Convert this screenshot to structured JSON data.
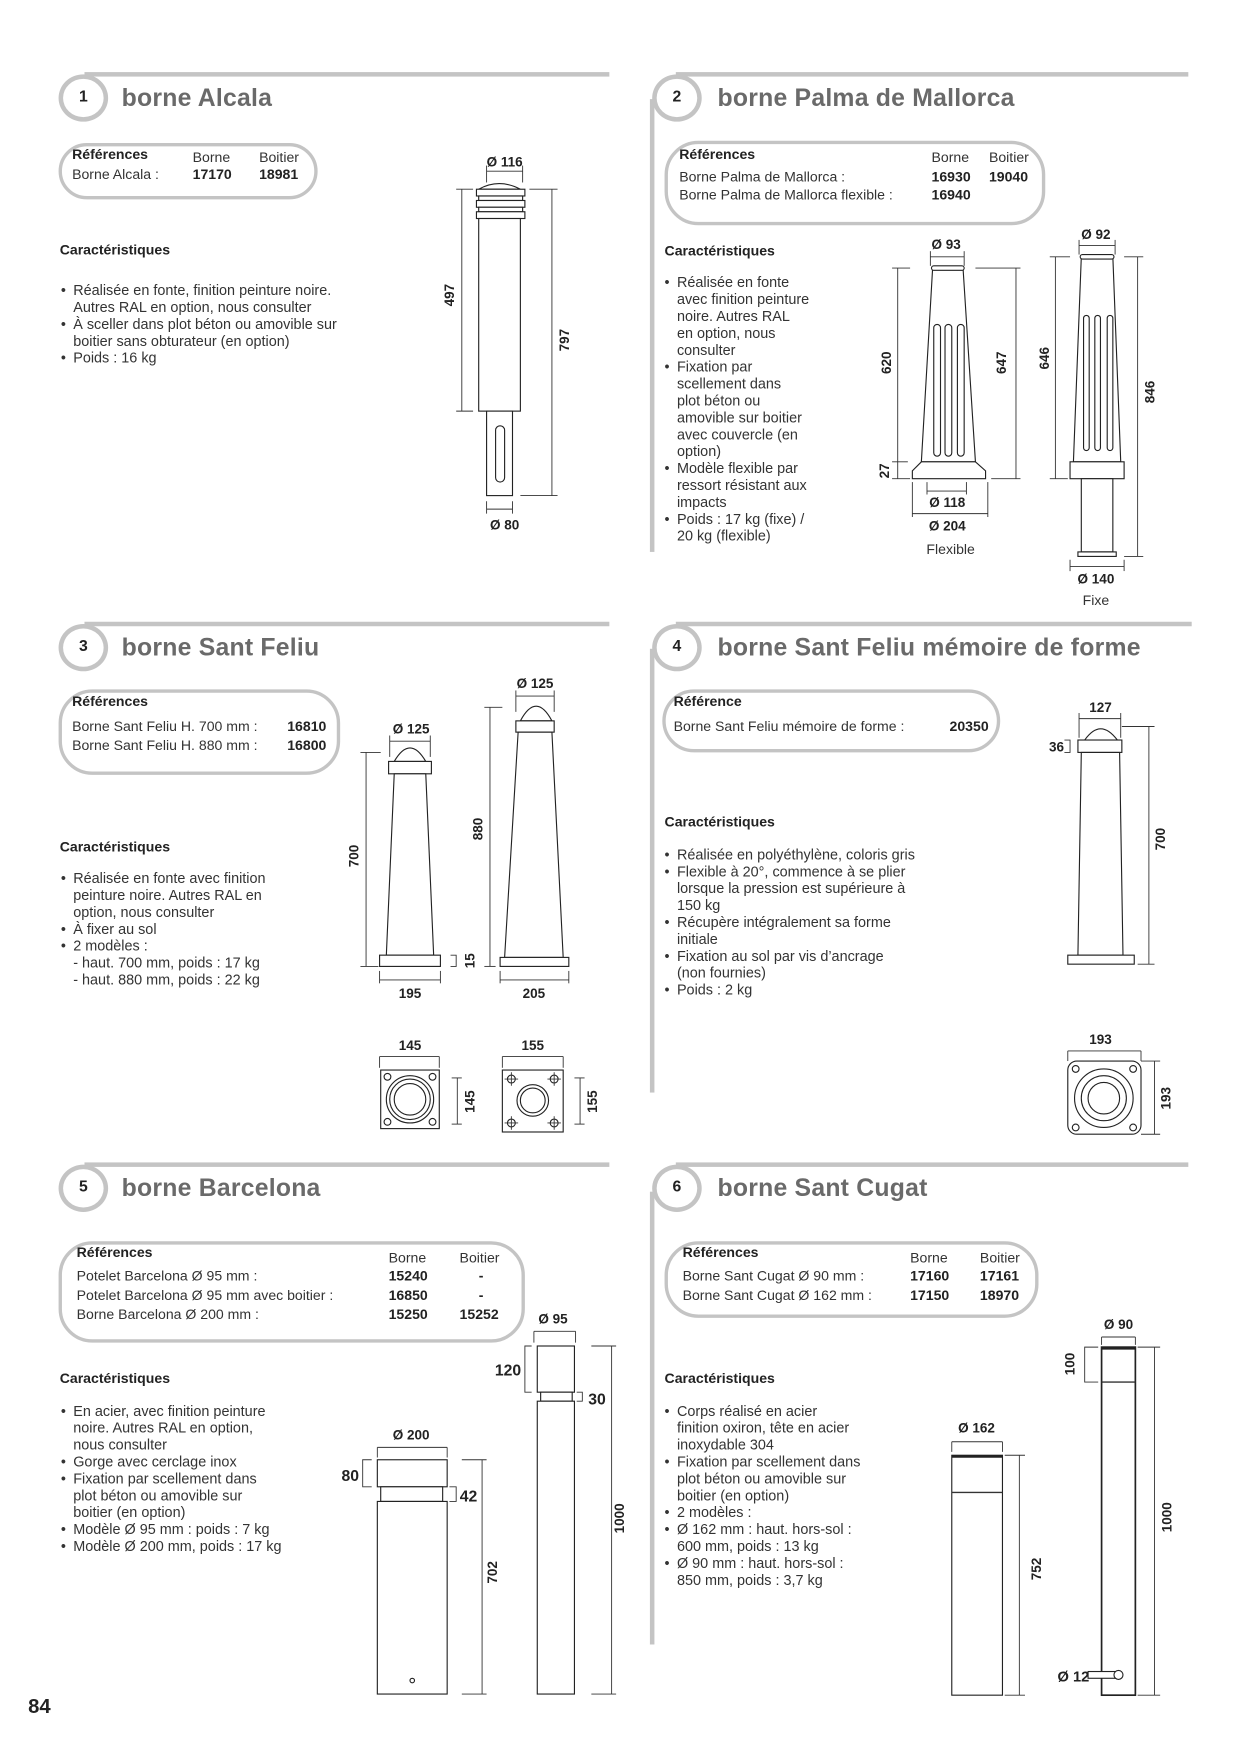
{
  "page_number": "84",
  "sections": [
    {
      "number": "1",
      "title": "borne Alcala",
      "refs": {
        "heading": "Références",
        "columns": [
          "Borne",
          "Boitier"
        ],
        "rows": [
          {
            "label": "Borne Alcala :",
            "values": [
              "17170",
              "18981"
            ]
          }
        ]
      },
      "char_heading": "Caractéristiques",
      "bullets": [
        [
          "Réalisée en fonte, finition peinture noire.",
          "Autres RAL en option, nous consulter"
        ],
        [
          "À sceller dans plot béton ou amovible sur",
          "boitier sans obturateur (en option)"
        ],
        [
          "Poids : 16 kg"
        ]
      ],
      "dims": [
        "Ø 116",
        "497",
        "797",
        "Ø 80"
      ]
    },
    {
      "number": "2",
      "title": "borne Palma de Mallorca",
      "refs": {
        "heading": "Références",
        "columns": [
          "Borne",
          "Boitier"
        ],
        "rows": [
          {
            "label": "Borne Palma de Mallorca :",
            "values": [
              "16930",
              "19040"
            ]
          },
          {
            "label": "Borne Palma de Mallorca flexible :",
            "values": [
              "16940",
              ""
            ]
          }
        ]
      },
      "char_heading": "Caractéristiques",
      "bullets": [
        [
          "Réalisée en fonte",
          "avec finition peinture",
          "noire. Autres RAL",
          "en option, nous",
          "consulter"
        ],
        [
          "Fixation par",
          "scellement dans",
          "plot béton ou",
          "amovible sur boitier",
          "avec couvercle (en",
          "option)"
        ],
        [
          "Modèle flexible par",
          "ressort résistant aux",
          "impacts"
        ],
        [
          "Poids : 17 kg (fixe) /",
          "20 kg (flexible)"
        ]
      ],
      "dims": [
        "Ø 93",
        "620",
        "647",
        "27",
        "Ø 118",
        "Ø 204",
        "Flexible",
        "Ø 92",
        "646",
        "846",
        "Ø 140",
        "Fixe"
      ]
    },
    {
      "number": "3",
      "title": "borne Sant Feliu",
      "refs": {
        "heading": "Références",
        "columns": [],
        "rows": [
          {
            "label": "Borne Sant Feliu H. 700 mm :",
            "values": [
              "16810"
            ]
          },
          {
            "label": "Borne Sant Feliu H. 880 mm :",
            "values": [
              "16800"
            ]
          }
        ]
      },
      "char_heading": "Caractéristiques",
      "bullets": [
        [
          "Réalisée en fonte avec finition",
          "peinture noire. Autres RAL en",
          "option, nous consulter"
        ],
        [
          "À fixer au sol"
        ],
        [
          "2 modèles :",
          "- haut. 700 mm, poids : 17 kg",
          "- haut. 880 mm, poids : 22 kg"
        ]
      ],
      "dims": [
        "Ø 125",
        "700",
        "15",
        "195",
        "Ø 125",
        "880",
        "205",
        "145",
        "145",
        "155",
        "155"
      ]
    },
    {
      "number": "4",
      "title": "borne Sant Feliu mémoire de forme",
      "refs": {
        "heading": "Référence",
        "columns": [],
        "rows": [
          {
            "label": "Borne Sant Feliu mémoire de forme :",
            "values": [
              "20350"
            ]
          }
        ]
      },
      "char_heading": "Caractéristiques",
      "bullets": [
        [
          "Réalisée en polyéthylène, coloris gris"
        ],
        [
          "Flexible à 20°, commence à se plier",
          "lorsque la pression est supérieure à",
          "150 kg"
        ],
        [
          "Récupère intégralement sa forme",
          "initiale"
        ],
        [
          "Fixation au sol par vis d’ancrage",
          "(non fournies)"
        ],
        [
          "Poids : 2 kg"
        ]
      ],
      "dims": [
        "127",
        "36",
        "700",
        "193",
        "193"
      ]
    },
    {
      "number": "5",
      "title": "borne Barcelona",
      "refs": {
        "heading": "Références",
        "columns": [
          "Borne",
          "Boitier"
        ],
        "rows": [
          {
            "label": "Potelet Barcelona Ø 95 mm :",
            "values": [
              "15240",
              "-"
            ]
          },
          {
            "label": "Potelet Barcelona Ø 95 mm avec boitier :",
            "values": [
              "16850",
              "-"
            ]
          },
          {
            "label": "Borne Barcelona Ø 200 mm :",
            "values": [
              "15250",
              "15252"
            ]
          }
        ]
      },
      "char_heading": "Caractéristiques",
      "bullets": [
        [
          "En acier, avec finition peinture",
          "noire. Autres RAL en option,",
          "nous consulter"
        ],
        [
          "Gorge avec cerclage inox"
        ],
        [
          "Fixation par scellement dans",
          "plot béton ou amovible sur",
          "boitier (en option)"
        ],
        [
          "Modèle Ø 95 mm : poids : 7 kg"
        ],
        [
          "Modèle Ø 200 mm, poids : 17 kg"
        ]
      ],
      "dims": [
        "Ø 200",
        "80",
        "42",
        "702",
        "Ø 95",
        "120",
        "30",
        "1000"
      ]
    },
    {
      "number": "6",
      "title": "borne Sant Cugat",
      "refs": {
        "heading": "Références",
        "columns": [
          "Borne",
          "Boitier"
        ],
        "rows": [
          {
            "label": "Borne Sant Cugat Ø 90 mm :",
            "values": [
              "17160",
              "17161"
            ]
          },
          {
            "label": "Borne Sant Cugat Ø 162 mm :",
            "values": [
              "17150",
              "18970"
            ]
          }
        ]
      },
      "char_heading": "Caractéristiques",
      "bullets": [
        [
          "Corps réalisé en acier",
          "finition oxiron, tête en acier",
          "inoxydable 304"
        ],
        [
          "Fixation par scellement dans",
          "plot béton ou amovible sur",
          "boitier (en option)"
        ],
        [
          "2 modèles :"
        ],
        [
          "Ø 162 mm : haut. hors-sol :",
          "600 mm, poids : 13 kg"
        ],
        [
          "Ø 90 mm : haut. hors-sol :",
          "850 mm, poids : 3,7 kg"
        ]
      ],
      "dims": [
        "Ø 162",
        "752",
        "Ø 90",
        "100",
        "1000",
        "Ø 12"
      ]
    }
  ]
}
